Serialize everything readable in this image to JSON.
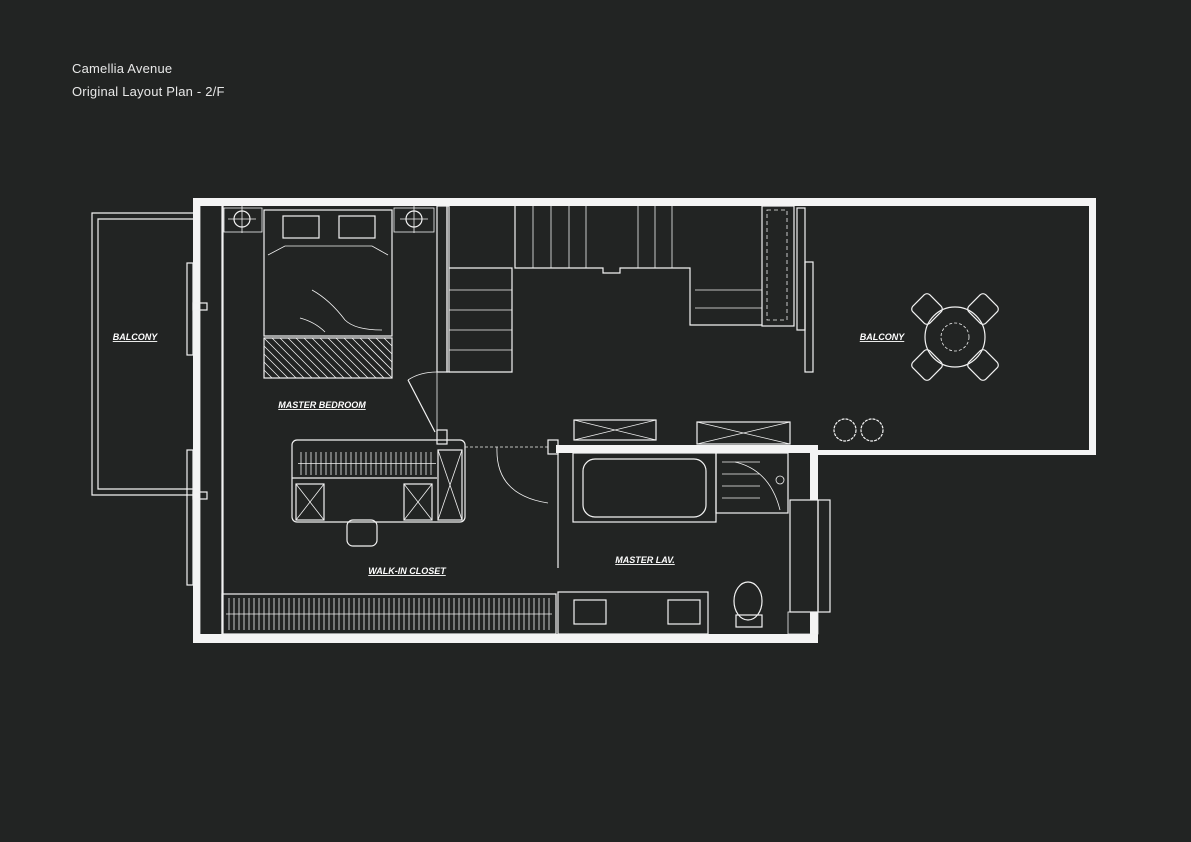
{
  "header": {
    "project": "Camellia Avenue",
    "subtitle": "Original Layout Plan - 2/F"
  },
  "rooms": {
    "balcony_left": "BALCONY",
    "master_bedroom": "MASTER BEDROOM",
    "balcony_right": "BALCONY",
    "walk_in_closet": "WALK-IN CLOSET",
    "master_lav": "MASTER LAV."
  },
  "colors": {
    "background": "#222423",
    "lines": "#f2f2f2"
  }
}
